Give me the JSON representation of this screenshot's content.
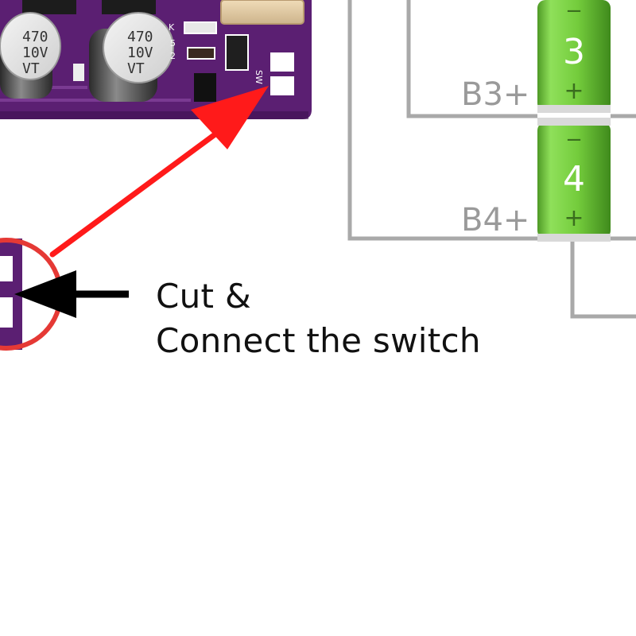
{
  "pcb": {
    "capacitors": [
      {
        "value": "470",
        "voltage": "10V",
        "code": "VT"
      },
      {
        "value": "470",
        "voltage": "10V",
        "code": "VT"
      }
    ],
    "silkscreen": {
      "switch_label": "SW",
      "k_label": "K",
      "label_2": "2",
      "label_5": "5"
    }
  },
  "callout": {
    "line1": "Cut &",
    "line2": "Connect the switch"
  },
  "batteries": [
    {
      "number": "3",
      "minus": "−",
      "plus": "+",
      "label": "B3+"
    },
    {
      "number": "4",
      "minus": "−",
      "plus": "+",
      "label": "B4+"
    }
  ],
  "colors": {
    "pcb": "#5b1f72",
    "pcb_dark": "#3e1050",
    "battery_green": "#7ed348",
    "wire_gray": "#a9a9a9",
    "arrow_red": "#ff1a1a",
    "arrow_black": "#000000",
    "label_gray": "#9a9a9a",
    "zoom_ring": "#e53935"
  }
}
